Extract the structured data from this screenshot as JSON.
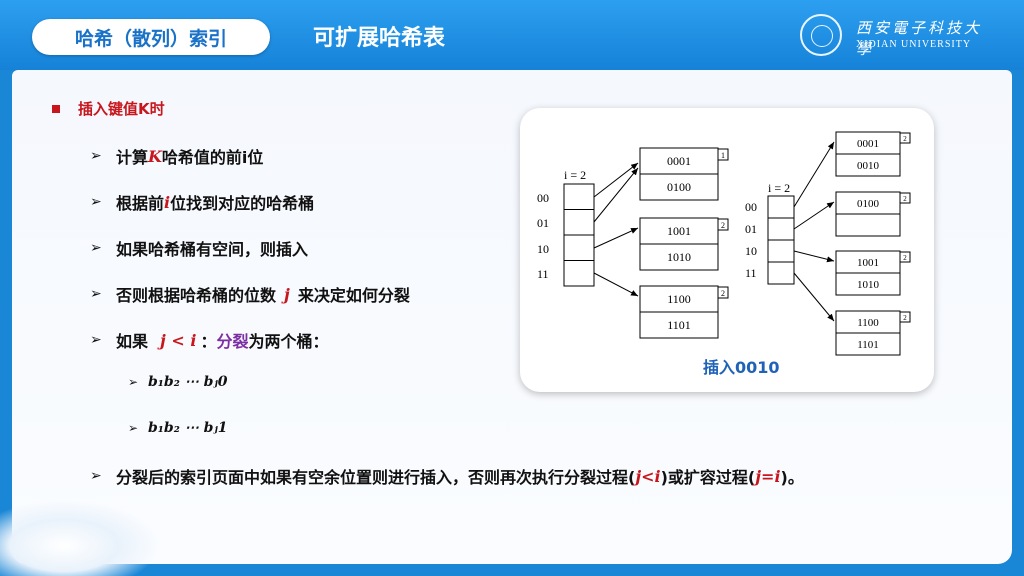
{
  "header": {
    "section_label": "哈希（散列）索引",
    "topic_title": "可扩展哈希表",
    "logo_cn": "西安電子科技大學",
    "logo_en": "XIDIAN UNIVERSITY"
  },
  "content": {
    "heading": "插入键值K时",
    "items": {
      "i1_pre": "计算",
      "i1_k": "K",
      "i1_post": "哈希值的前i位",
      "i2_pre": "根据前",
      "i2_i": "i",
      "i2_post": "位找到对应的哈希桶",
      "i3": "如果哈希桶有空间，则插入",
      "i4_pre": "否则根据哈希桶的位数",
      "i4_j": "j",
      "i4_post": "来决定如何分裂",
      "i5_pre": "如果",
      "i5_cond": "j < i",
      "i5_colon": "：",
      "i5_split": "分裂",
      "i5_post": "为两个桶：",
      "sub1": "b₁b₂ ⋯ bⱼ0",
      "sub2": "b₁b₂ ⋯ bⱼ1",
      "i6_pre": "分裂后的索引页面中如果有空余位置则进行插入，否则再次执行分裂过程(",
      "i6_c1": "j<i",
      "i6_mid": ")或扩容过程(",
      "i6_c2": "j=i",
      "i6_post": ")。"
    }
  },
  "diagram": {
    "caption": "插入0010",
    "left": {
      "depth_label": "i = 2",
      "slots": [
        "00",
        "01",
        "10",
        "11"
      ],
      "buckets": [
        {
          "entries": [
            "0001",
            "0100"
          ],
          "local_depth": "1"
        },
        {
          "entries": [
            "1001",
            "1010"
          ],
          "local_depth": "2"
        },
        {
          "entries": [
            "1100",
            "1101"
          ],
          "local_depth": "2"
        }
      ]
    },
    "right": {
      "depth_label": "i = 2",
      "slots": [
        "00",
        "01",
        "10",
        "11"
      ],
      "buckets": [
        {
          "entries": [
            "0001",
            "0010"
          ],
          "local_depth": "2"
        },
        {
          "entries": [
            "0100",
            ""
          ],
          "local_depth": "2"
        },
        {
          "entries": [
            "1001",
            "1010"
          ],
          "local_depth": "2"
        },
        {
          "entries": [
            "1100",
            "1101"
          ],
          "local_depth": "2"
        }
      ]
    }
  },
  "colors": {
    "header_blue": "#1a86d6",
    "accent_red": "#c8161d",
    "accent_purple": "#7b2fa2",
    "caption_blue": "#1f62b8"
  }
}
